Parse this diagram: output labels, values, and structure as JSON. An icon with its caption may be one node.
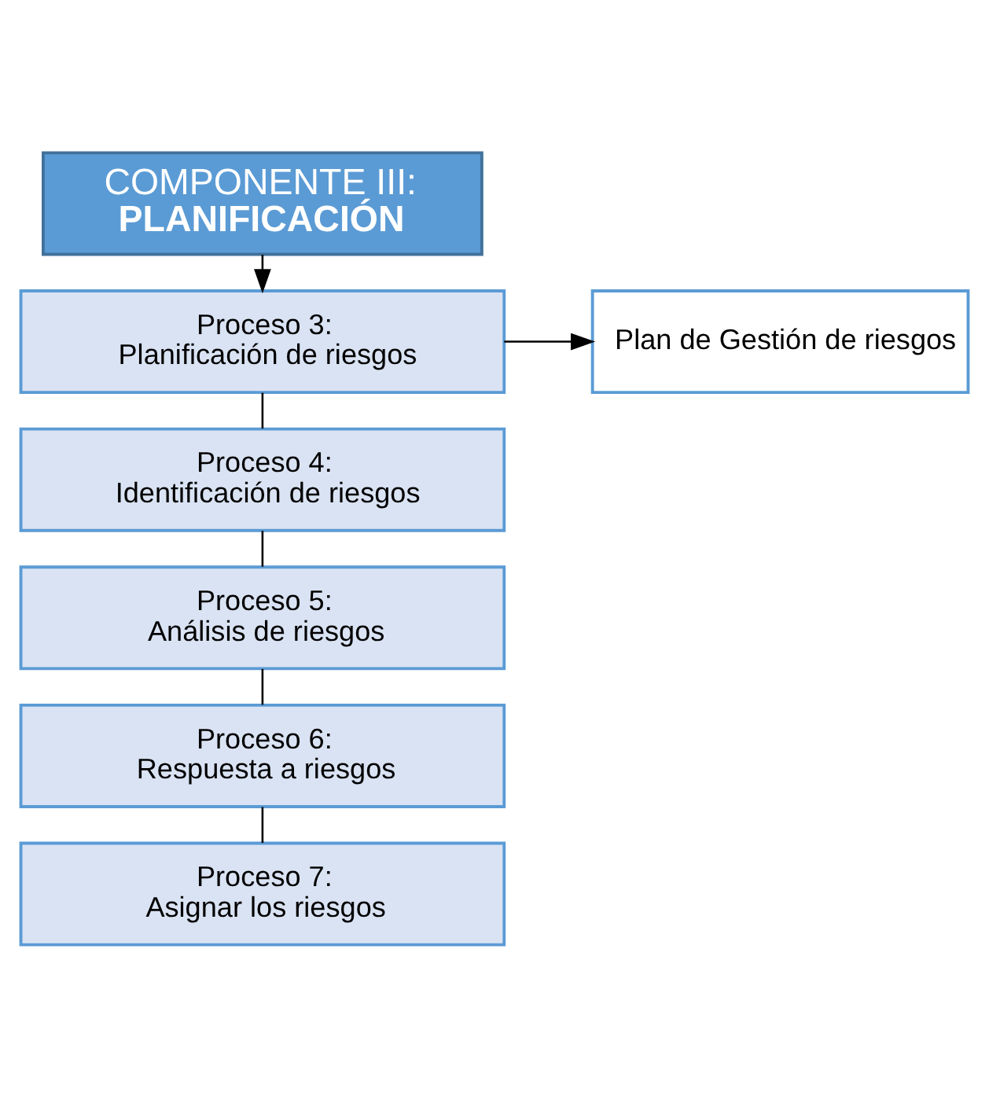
{
  "diagram": {
    "nodes": [
      {
        "text": [
          "COMPONENTE III:",
          "PLANIFICACIÓN"
        ]
      },
      {
        "text": [
          "Proceso 3:",
          "Planificación de riesgos"
        ]
      },
      {
        "text": [
          "Plan de Gestión de riesgos"
        ]
      },
      {
        "text": [
          "Proceso 4:",
          "Identificación de riesgos"
        ]
      },
      {
        "text": [
          "Proceso 5:",
          "Análisis de riesgos"
        ]
      },
      {
        "text": [
          "Proceso 6:",
          "Respuesta a riesgos"
        ]
      },
      {
        "text": [
          "Proceso 7:",
          "Asignar los riesgos"
        ]
      }
    ],
    "edges": [
      {
        "from": 0,
        "to": 1,
        "arrow": "to"
      },
      {
        "from": 1,
        "to": 2,
        "arrow": "to"
      },
      {
        "from": 1,
        "to": 3,
        "arrow": "none"
      },
      {
        "from": 3,
        "to": 4,
        "arrow": "none"
      },
      {
        "from": 4,
        "to": 5,
        "arrow": "none"
      },
      {
        "from": 5,
        "to": 6,
        "arrow": "none"
      }
    ]
  }
}
